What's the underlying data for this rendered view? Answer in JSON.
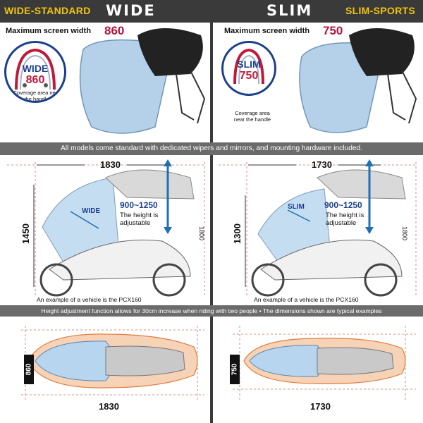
{
  "colors": {
    "header_bg": "#3a3a3a",
    "accent_yellow": "#f1c40f",
    "accent_red": "#b2173c",
    "accent_blue": "#1b3f8b",
    "banner_bg": "#6b6b6b"
  },
  "wide": {
    "header_label": "WIDE-STANDARD",
    "header_title": "WIDE",
    "max_width_label": "Maximum screen width",
    "max_width_value": "860",
    "badge_name": "WIDE",
    "badge_value": "860",
    "badge_caption": "Coverage area near the handle",
    "length": "1830",
    "height": "1450",
    "side_height": "1800",
    "tag": "WIDE",
    "height_range": "900~1250",
    "height_note": "The height is adjustable",
    "example": "An example of a vehicle is the PCX160",
    "top_width": "860",
    "bottom_length": "1830"
  },
  "slim": {
    "header_title": "SLIM",
    "header_label": "SLIM-SPORTS",
    "max_width_label": "Maximum screen width",
    "max_width_value": "750",
    "badge_name": "SLIM",
    "badge_value": "750",
    "badge_caption": "Coverage area near the handle",
    "length": "1730",
    "height": "1300",
    "side_height": "1800",
    "tag": "SLIM",
    "height_range": "900~1250",
    "height_note": "The height is adjustable",
    "example": "An example of a vehicle is the PCX160",
    "top_width": "750",
    "bottom_length": "1730"
  },
  "banners": {
    "standard": "All models come standard with dedicated wipers and mirrors, and mounting hardware included.",
    "adjust": "Height adjustment function allows for 30cm increase when riding with two people • The dimensions shown are typical examples"
  }
}
